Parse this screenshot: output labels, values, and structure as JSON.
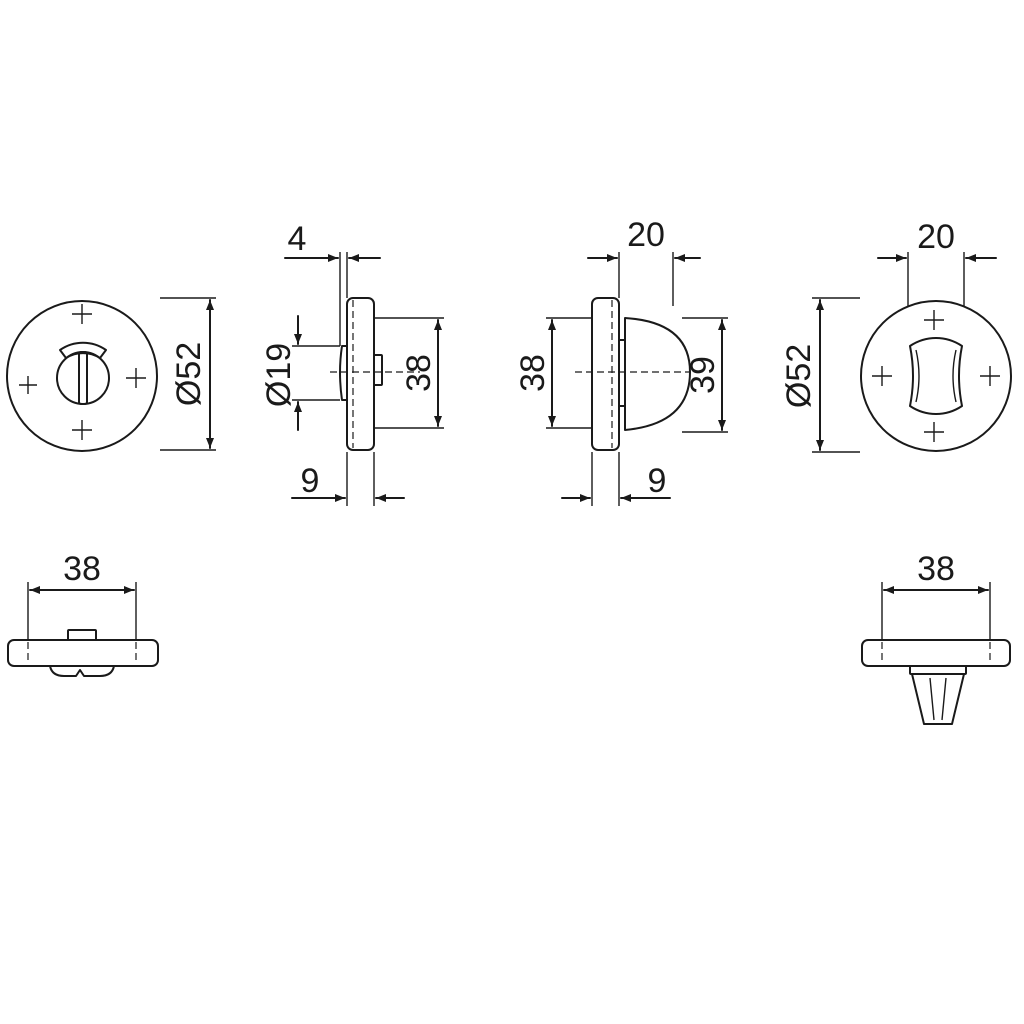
{
  "dimensions": {
    "front_left_diameter": "Ø52",
    "side_left_plate_thickness": "4",
    "side_left_knob_diameter": "Ø19",
    "side_left_height": "38",
    "side_left_depth": "9",
    "side_right_knob_width": "20",
    "side_right_height": "38",
    "side_right_knob_height": "39",
    "side_right_depth": "9",
    "front_right_width": "20",
    "front_right_diameter": "Ø52",
    "bottom_left_width": "38",
    "bottom_right_width": "38"
  },
  "colors": {
    "line": "#1a1a1a",
    "background": "#ffffff"
  }
}
